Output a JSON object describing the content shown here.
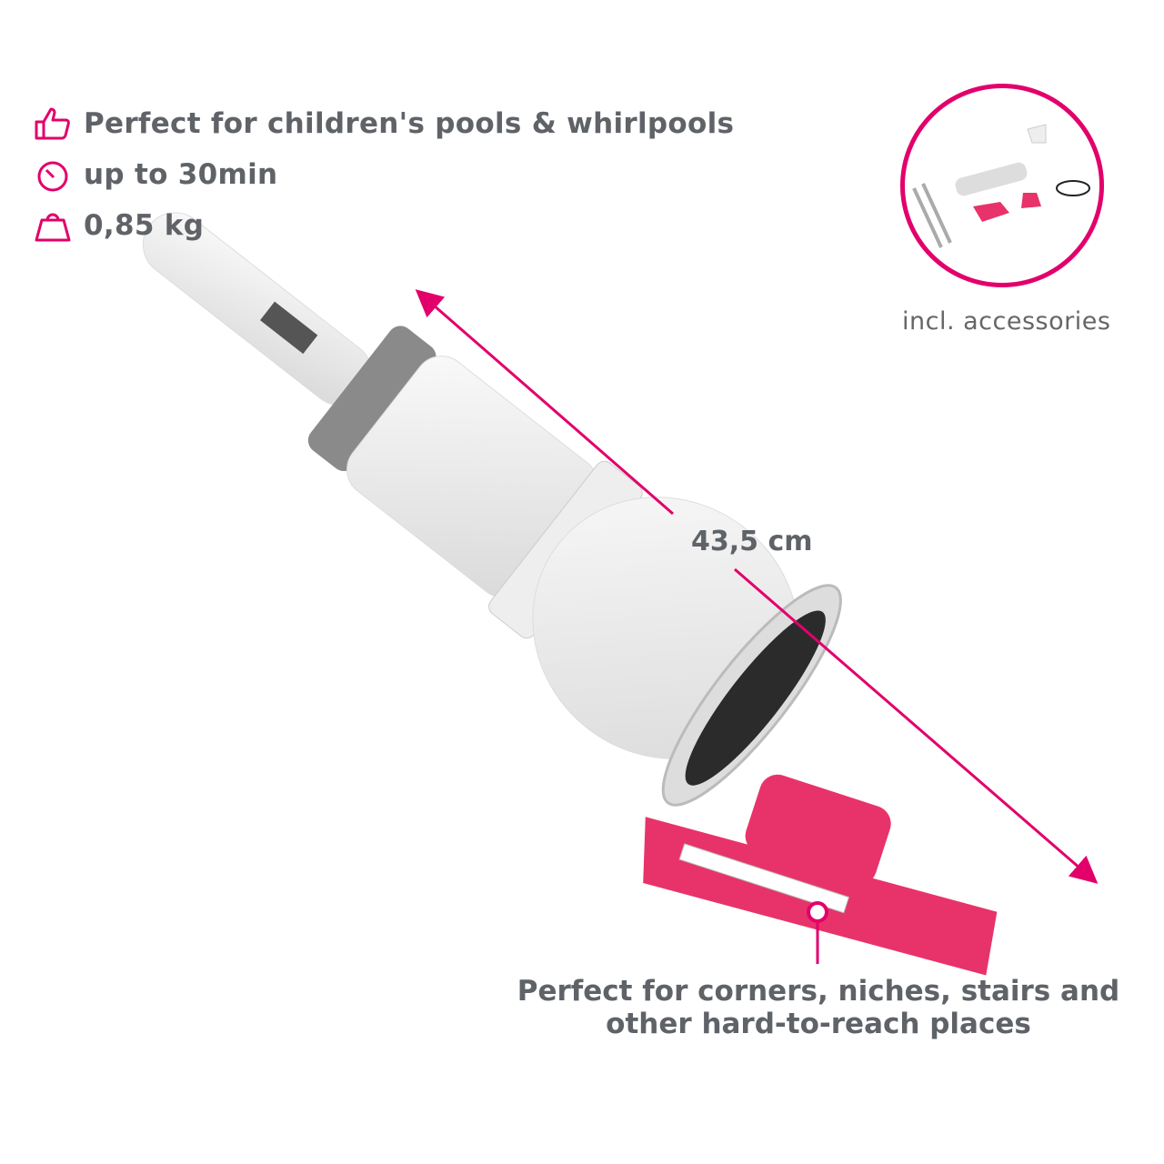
{
  "features": [
    {
      "icon": "thumbs-up-icon",
      "text": "Perfect for children's pools & whirlpools"
    },
    {
      "icon": "stopwatch-icon",
      "text": "up to 30min"
    },
    {
      "icon": "weight-icon",
      "text": "0,85 kg"
    }
  ],
  "dimension": "43,5 cm",
  "accessories": {
    "label": "incl. accessories"
  },
  "caption": {
    "line1": "Perfect for corners, niches, stairs and",
    "line2": "other hard-to-reach places"
  },
  "colors": {
    "accent": "#e2006b",
    "text": "#5f6368",
    "brush": "#e8336a"
  }
}
